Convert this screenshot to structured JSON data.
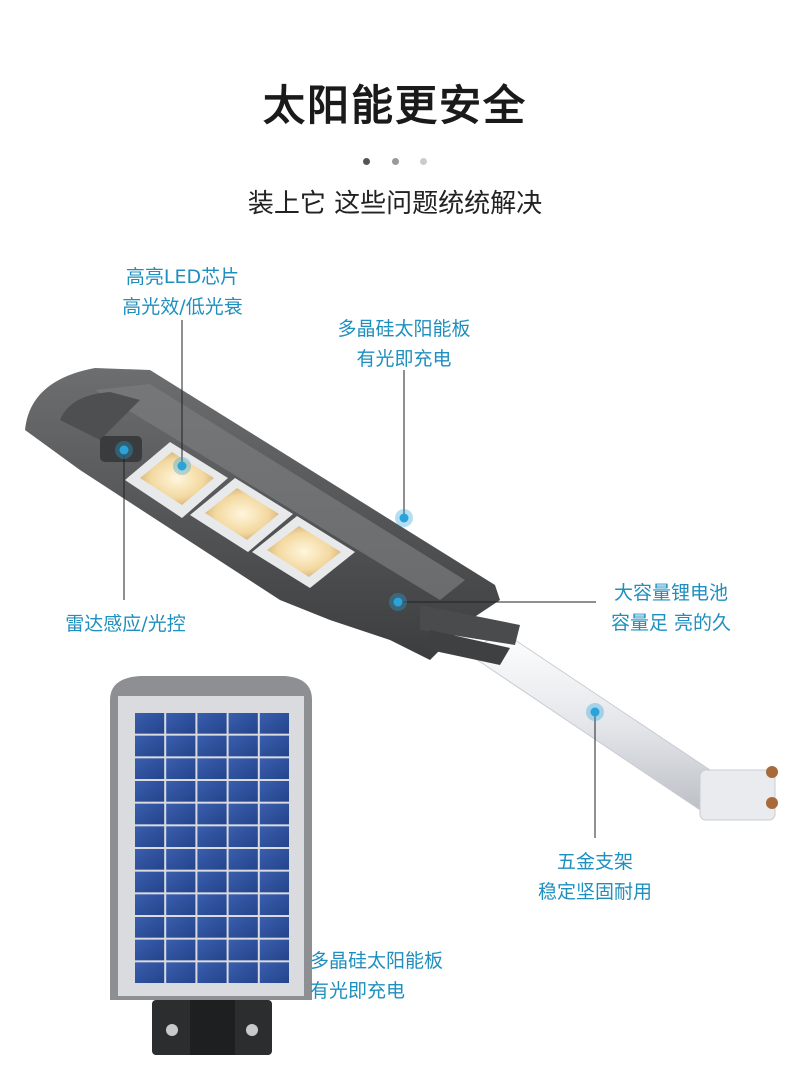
{
  "header": {
    "title": "太阳能更安全",
    "subtitle": "装上它 这些问题统统解决"
  },
  "dots": [
    "#555555",
    "#999999",
    "#cccccc"
  ],
  "callouts": {
    "led": {
      "line1": "高亮LED芯片",
      "line2": "高光效/低光衰"
    },
    "solar_top": {
      "line1": "多晶硅太阳能板",
      "line2": "有光即充电"
    },
    "radar": {
      "line1": "雷达感应/光控"
    },
    "battery": {
      "line1": "大容量锂电池",
      "line2": "容量足 亮的久"
    },
    "bracket": {
      "line1": "五金支架",
      "line2": "稳定坚固耐用"
    },
    "solar_bottom": {
      "line1": "多晶硅太阳能板",
      "line2": "有光即充电"
    }
  },
  "colors": {
    "accent": "#1f8fbf",
    "marker": "#29a3d9",
    "lamp_body": "#5a5b5d",
    "solar_cell": "#2d4f9e"
  }
}
